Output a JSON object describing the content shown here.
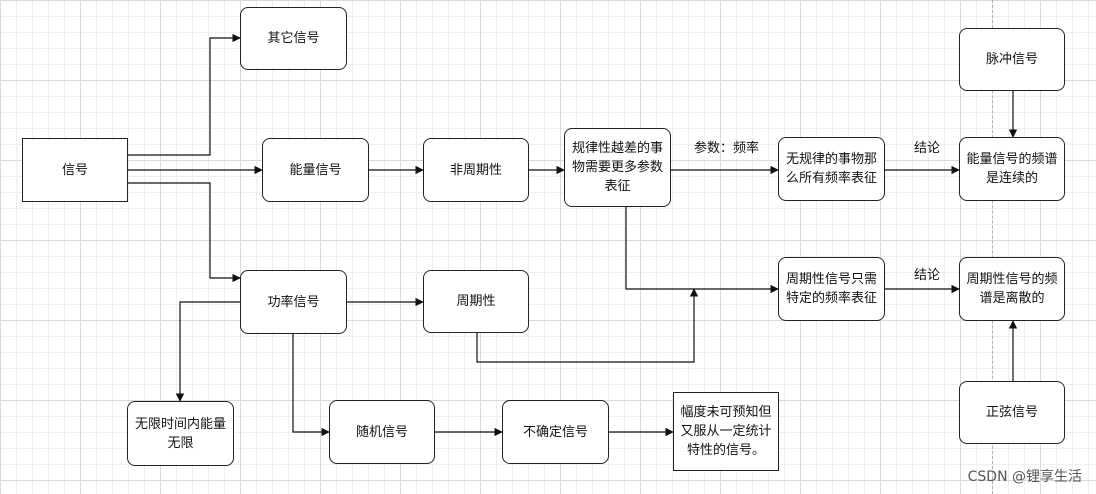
{
  "nodes": {
    "signal": "信号",
    "other_signal": "其它信号",
    "energy_signal": "能量信号",
    "aperiodic": "非周期性",
    "irregular_more_params": "规律性越差的事物需要更多参数表征",
    "irregular_all_freq": "无规律的事物那么所有频率表征",
    "energy_spectrum_continuous": "能量信号的频谱是连续的",
    "pulse_signal": "脉冲信号",
    "power_signal": "功率信号",
    "periodic": "周期性",
    "periodic_specific_freq": "周期性信号只需特定的频率表征",
    "periodic_spectrum_discrete": "周期性信号的频谱是离散的",
    "sine_signal": "正弦信号",
    "infinite_energy": "无限时间内能量无限",
    "random_signal": "随机信号",
    "uncertain_signal": "不确定信号",
    "amplitude_unpredictable": "幅度未可预知但又服从一定统计特性的信号。"
  },
  "edge_labels": {
    "params_freq": "参数：频率",
    "conclusion_1": "结论",
    "conclusion_2": "结论"
  },
  "watermark": "CSDN @锂享生活"
}
